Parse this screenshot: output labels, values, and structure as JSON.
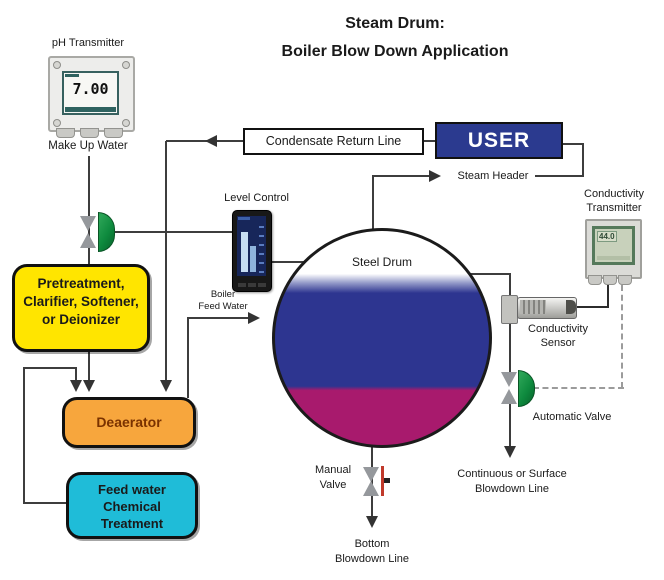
{
  "title": {
    "line1": "Steam Drum:",
    "line2": "Boiler Blow Down Application"
  },
  "ph_transmitter": {
    "label": "pH Transmitter",
    "display_value": "7.00",
    "sub_label": "Make Up Water"
  },
  "pretreatment_box": {
    "line1": "Pretreatment,",
    "line2": "Clarifier, Softener,",
    "line3": "or Deionizer",
    "bg_color": "#FFE500"
  },
  "deaerator_box": {
    "label": "Deaerator",
    "bg_color": "#F7A63D",
    "text_color": "#7A3200"
  },
  "feedwater_box": {
    "line1": "Feed water",
    "line2": "Chemical",
    "line3": "Treatment",
    "bg_color": "#1FBCD8"
  },
  "level_control": {
    "label": "Level Control"
  },
  "boiler_feed_water": {
    "line1": "Boiler",
    "line2": "Feed Water"
  },
  "condensate_box": {
    "label": "Condensate Return Line"
  },
  "user_box": {
    "label": "USER",
    "bg_color": "#2B3A8F"
  },
  "steam_header": {
    "label": "Steam Header"
  },
  "steel_drum": {
    "label": "Steel Drum",
    "water_color": "#2D3590",
    "blowdown_color": "#A81A6D"
  },
  "conductivity_transmitter": {
    "label_line1": "Conductivity",
    "label_line2": "Transmitter",
    "display_value": "44.0"
  },
  "conductivity_sensor": {
    "label_line1": "Conductivity",
    "label_line2": "Sensor"
  },
  "automatic_valve": {
    "label": "Automatic Valve",
    "valve_color": "#0E8A3E"
  },
  "manual_valve": {
    "line1": "Manual",
    "line2": "Valve",
    "handle_color": "#C0392B"
  },
  "bottom_blowdown": {
    "line1": "Bottom",
    "line2": "Blowdown Line"
  },
  "continuous_blowdown": {
    "line1": "Continuous or Surface",
    "line2": "Blowdown Line"
  }
}
